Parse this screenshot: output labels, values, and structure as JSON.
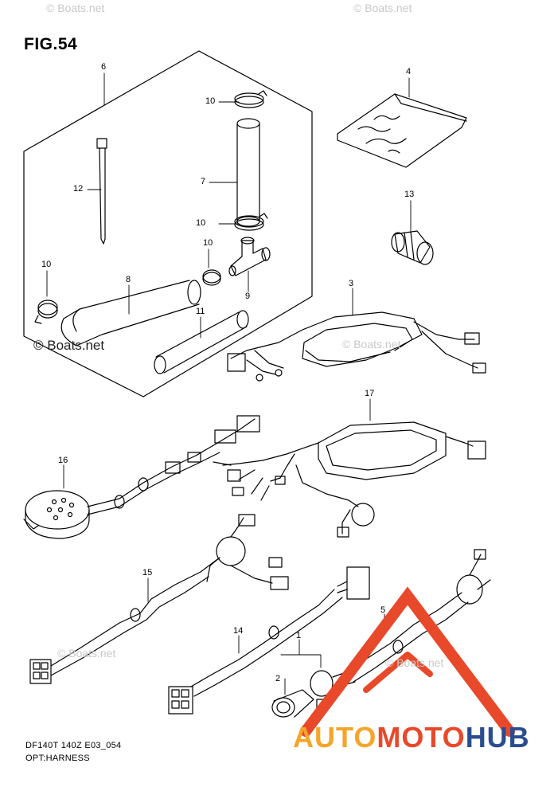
{
  "figure": {
    "title": "FIG.54",
    "footer_code": "DF140T 140Z E03_054",
    "footer_name": "OPT:HARNESS"
  },
  "watermarks": {
    "top_right": "© Boats.net",
    "top_left": "© Boats.net",
    "main": "© Boats.net",
    "harness3": "© Boats.net",
    "wire14": "© Boats.net",
    "part5": "© Boats.net"
  },
  "brand_logo": {
    "part1": "AUTO",
    "part2": "MOTO",
    "part3": "HUB",
    "colors": {
      "auto": "#f4a52a",
      "moto": "#e8492a",
      "hub": "#2a4d8f",
      "triangle": "#e8492a"
    }
  },
  "callouts": {
    "p1": "1",
    "p2": "2",
    "p3": "3",
    "p4": "4",
    "p5": "5",
    "p6": "6",
    "p7": "7",
    "p8": "8",
    "p9": "9",
    "p10a": "10",
    "p10b": "10",
    "p10c": "10",
    "p10d": "10",
    "p11": "11",
    "p12": "12",
    "p13": "13",
    "p14": "14",
    "p15": "15",
    "p16": "16",
    "p17": "17"
  }
}
